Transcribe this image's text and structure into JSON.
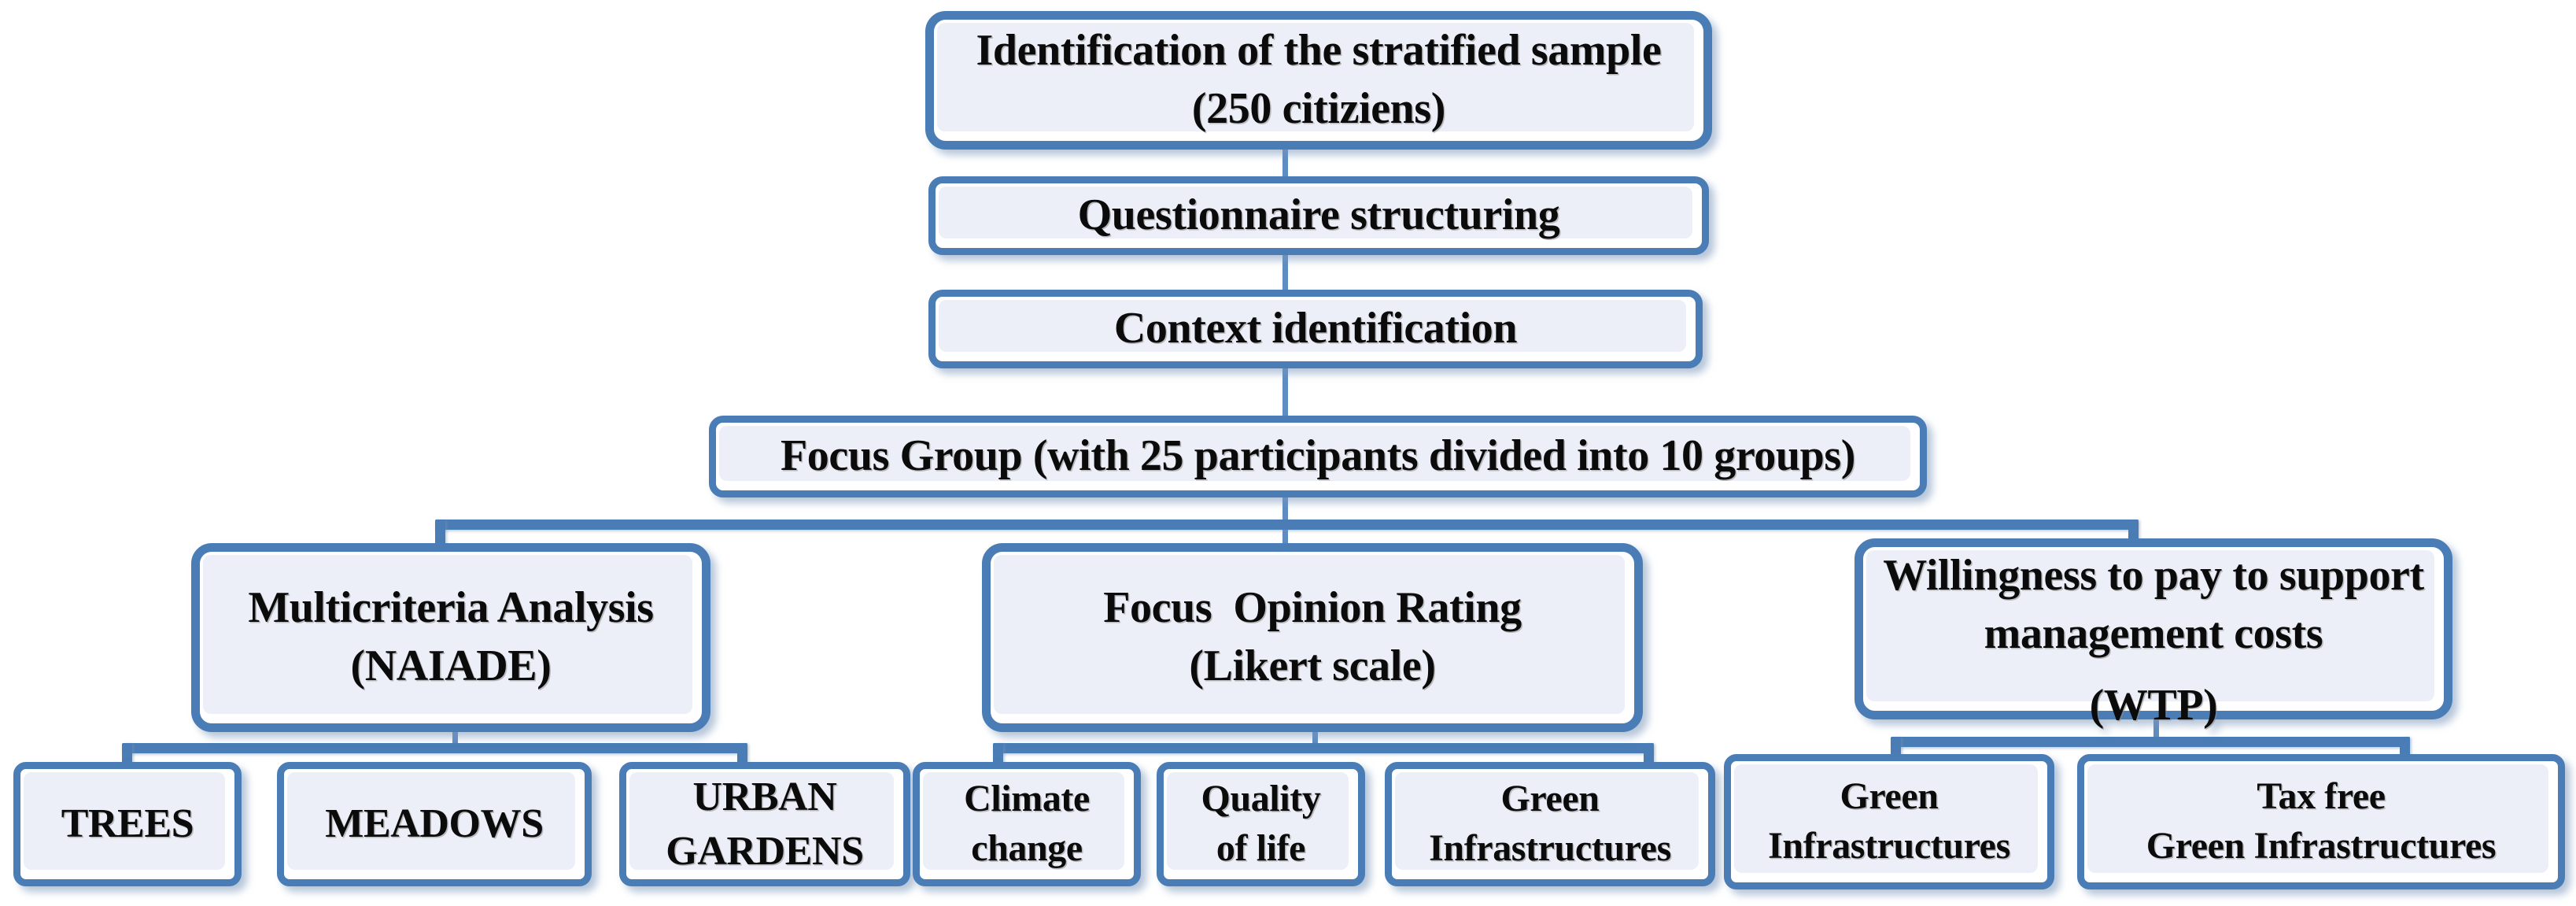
{
  "diagram": {
    "title": "Participatory methodology flowchart",
    "colors": {
      "border": "#4a7cb5",
      "inner_fill": "#eceff7",
      "box_background": "#ffffff",
      "text": "#0b0b0b",
      "page_background": "#ffffff"
    },
    "nodes": {
      "identification": {
        "line1": "Identification of the stratified sample",
        "line2": "(250 citiziens)"
      },
      "questionnaire": {
        "line1": "Questionnaire structuring"
      },
      "context": {
        "line1": "Context identification"
      },
      "focus_group": {
        "line1": "Focus Group (with 25 participants divided into 10 groups)"
      },
      "multicriteria": {
        "line1": "Multicriteria Analysis",
        "line2": "(NAIADE)"
      },
      "opinion_rating": {
        "line1": "Focus  Opinion Rating",
        "line2": "(Likert scale)"
      },
      "wtp": {
        "line1": "Willingness to pay to support",
        "line2": "management costs",
        "line3": "(WTP)"
      },
      "trees": {
        "line1": "TREES"
      },
      "meadows": {
        "line1": "MEADOWS"
      },
      "urban_gardens": {
        "line1": "URBAN",
        "line2": "GARDENS"
      },
      "climate_change": {
        "line1": "Climate",
        "line2": "change"
      },
      "quality_of_life": {
        "line1": "Quality",
        "line2": "of life"
      },
      "green_infrastructures_likert": {
        "line1": "Green",
        "line2": "Infrastructures"
      },
      "green_infrastructures_wtp": {
        "line1": "Green",
        "line2": "Infrastructures"
      },
      "tax_free_gi": {
        "line1": "Tax free",
        "line2": "Green Infrastructures"
      }
    }
  }
}
